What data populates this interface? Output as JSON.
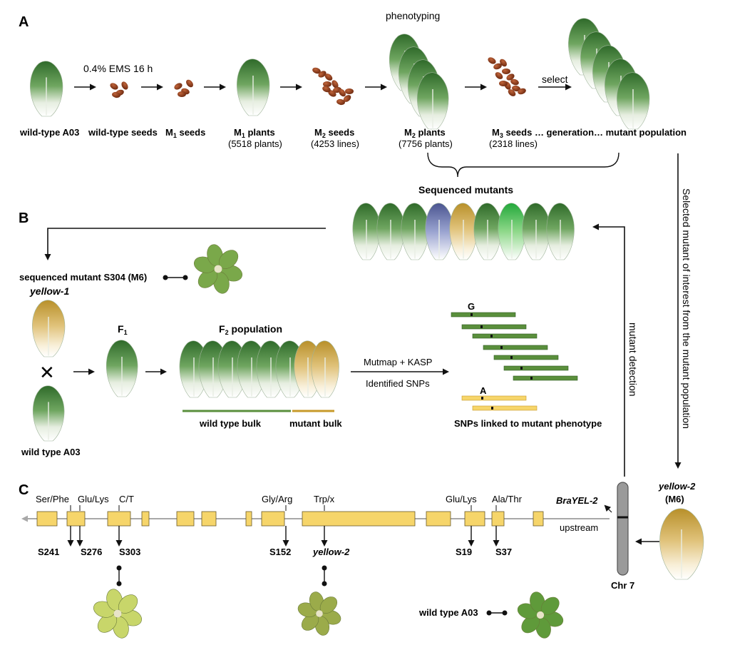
{
  "panels": {
    "a": "A",
    "b": "B",
    "c": "C"
  },
  "colors": {
    "green_dark": "#3c6e2a",
    "green": "#5a8f3c",
    "yellow": "#f6d56a",
    "gold": "#c79a2a",
    "seed": "#8b3a1a",
    "chromosome": "#9a9a9a",
    "axis": "#a8a8a8"
  },
  "panel_a": {
    "treatment": "0.4% EMS 16 h",
    "phenotyping": "phenotyping",
    "select": "select",
    "stages": [
      {
        "label": "wild-type A03",
        "sub": ""
      },
      {
        "label": "wild-type seeds",
        "sub": ""
      },
      {
        "label": "M",
        "sub_script": "1",
        "label_rest": " seeds"
      },
      {
        "label": "M",
        "sub_script": "1",
        "label_rest": " plants",
        "count": "(5518 plants)"
      },
      {
        "label": "M",
        "sub_script": "2",
        "label_rest": " seeds",
        "count": "(4253 lines)"
      },
      {
        "label": "M",
        "sub_script": "2",
        "label_rest": " plants",
        "count": "(7756 plants)"
      },
      {
        "label": "M",
        "sub_script": "3",
        "label_rest": " seeds … generation… mutant population",
        "count": "(2318 lines)"
      }
    ]
  },
  "panel_b": {
    "sequenced_mutants": "Sequenced mutants",
    "selected_note": "Selected mutant of interest from the mutant population",
    "mutant_detection": "mutant detection",
    "sequenced_mutant": "sequenced mutant S304 (M6)",
    "yellow1": "yellow-1",
    "cross": "✕",
    "wild_type": "wild type A03",
    "f1": "F",
    "f1_sub": "1",
    "f2": "F",
    "f2_sub": "2",
    "f2_rest": " population",
    "wild_type_bulk": "wild type bulk",
    "mutant_bulk": "mutant bulk",
    "method": "Mutmap + KASP",
    "identified": "Identified SNPs",
    "allele_g": "G",
    "allele_a": "A",
    "snps_linked": "SNPs linked to mutant phenotype"
  },
  "panel_c": {
    "gene": "BraYEL-2",
    "upstream": "upstream",
    "chromosome": "Chr 7",
    "yellow2": "yellow-2",
    "m6": "(M6)",
    "wild_type": "wild type A03",
    "substitutions": [
      "Ser/Phe",
      "Glu/Lys",
      "C/T",
      "Gly/Arg",
      "Trp/x",
      "Glu/Lys",
      "Ala/Thr"
    ],
    "alleles": [
      "S241",
      "S276",
      "S303",
      "S152",
      "yellow-2",
      "S19",
      "S37"
    ]
  }
}
